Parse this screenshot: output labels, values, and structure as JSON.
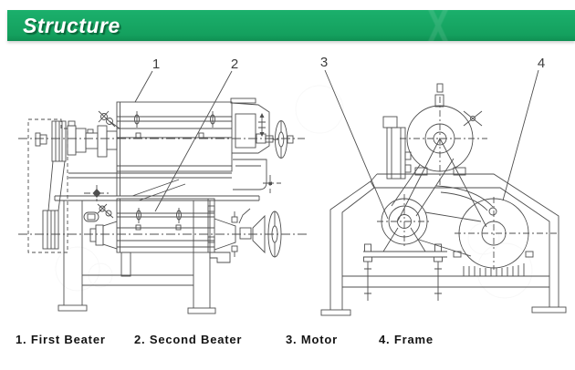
{
  "banner": {
    "title": "Structure",
    "bg_color": "#16a462",
    "text_color": "#ffffff"
  },
  "drawing": {
    "line_color": "#4f4f4f",
    "callouts": {
      "c1": "1",
      "c2": "2",
      "c3": "3",
      "c4": "4"
    }
  },
  "legend": {
    "items": [
      "1. First Beater",
      "2. Second Beater",
      "3. Motor",
      "4. Frame"
    ]
  }
}
